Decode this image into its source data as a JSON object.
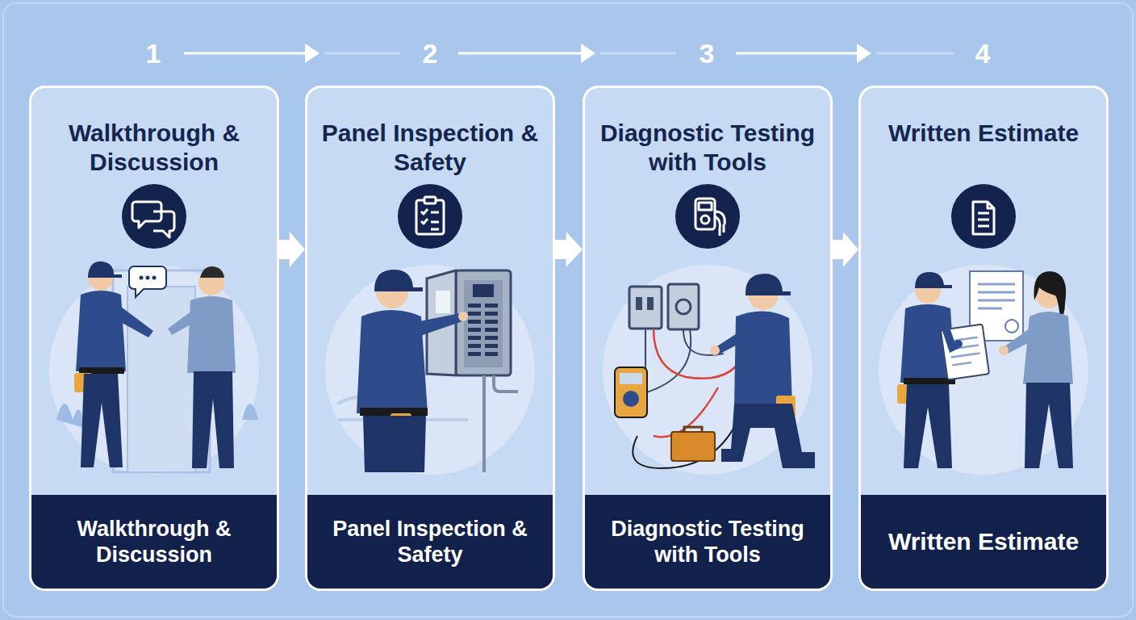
{
  "diagram": {
    "nodes": [
      {
        "text": [
          "Walkthrough & Discussion"
        ]
      },
      {
        "text": [
          "Walkthrough & Discussion"
        ],
        "in": 0
      },
      {
        "text": [
          "Panel Inspection & Safety"
        ]
      },
      {
        "text": [
          "Panel Inspection & Safety"
        ],
        "in": 2
      },
      {
        "text": [
          "Diagnostic Testing with Tools"
        ]
      },
      {
        "text": [
          "Diagnostic Testing with Tools"
        ],
        "in": 4
      },
      {
        "text": [
          "Written Estimate"
        ]
      },
      {
        "text": [
          "Written Estimate"
        ],
        "in": 6
      }
    ],
    "edges": [
      {
        "from": 0,
        "to": 2,
        "arrow": "to"
      },
      {
        "from": 2,
        "to": 4,
        "arrow": "to"
      },
      {
        "from": 4,
        "to": 6,
        "arrow": "to"
      }
    ],
    "labels": [
      "1",
      "2",
      "3",
      "4"
    ]
  }
}
